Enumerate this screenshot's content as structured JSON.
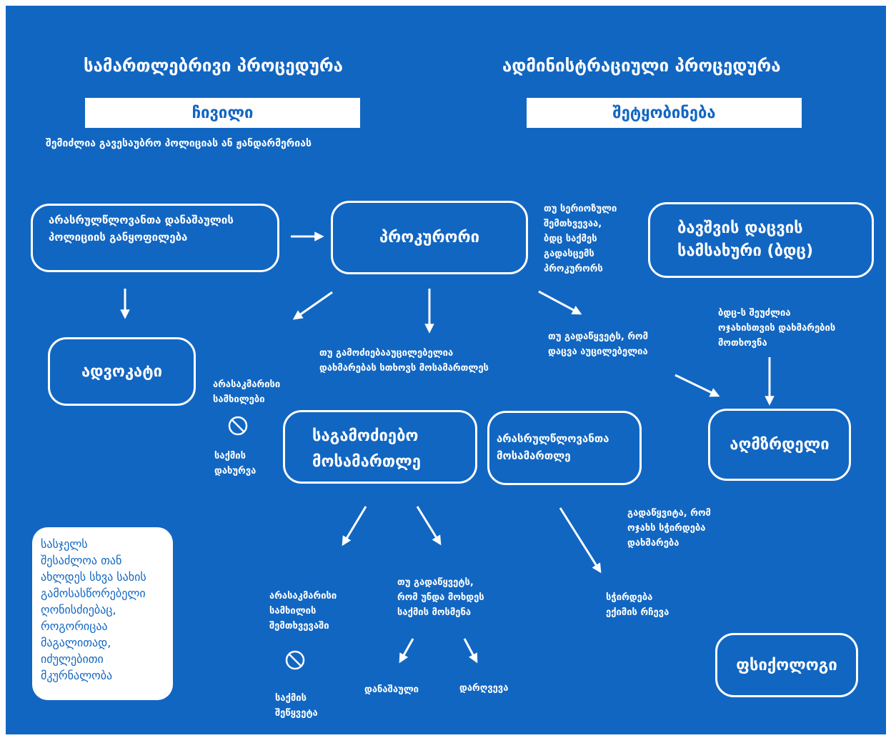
{
  "headers": {
    "legal_procedure": "სამართლებრივი პროცედურა",
    "admin_procedure": "ადმინისტრაციული პროცედურა"
  },
  "boxes": {
    "complaint": "ჩივილი",
    "notification": "შეტყობინება",
    "juvenile_police": "არასრულწლოვანთა\nდანაშაულის პოლიციის\nგანყოფილება",
    "prosecutor": "პროკურორი",
    "child_protection": "ბავშვის დაცვის\nსამსახური (ბდც)",
    "lawyer": "ადვოკატი",
    "investigative_judge": "საგამოძიებო\nმოსამართლე",
    "juvenile_judge": "არასრულწლოვანთა\nმოსამართლე",
    "educator": "აღმზრდელი",
    "psychologist": "ფსიქოლოგი"
  },
  "texts": {
    "complaint_note": "შემიძლია გავესაუბრო პოლიციას ან ჟანდარმერიას",
    "serious_case": "თუ სერიოზული\nშემთხვევაა,\nბდც საქმეს\nგადასცემს\nპროკურორს",
    "bdc_can_ask": "ბდც-ს შეუძლია\nოჯახისთვის დახმარების\nმოთხოვნა",
    "if_protection": "თუ გადაწყვეტს, რომ\nდაცვა აუცილებელია",
    "if_investigation": "თუ გამოძიებააუცილებელია\nდახმარებას სთხოვს მოსამართლეს",
    "insufficient_evidence": "არასაკმარისი\nსამხილები",
    "case_closed": "საქმის\nდახურვა",
    "decides_family_help": "გადაწყვიტა, რომ\nოჯახს სჭირდება\nდახმარება",
    "insufficient_evidence_case": "არასაკმარისი\nსამხილის\nშემთხვევაში",
    "if_hearing": "თუ გადაწყვეტს,\nრომ უნდა მოხდეს\nსაქმის მოსმენა",
    "needs_doctor": "სჭირდება\nექიმის რჩევა",
    "case_termination": "საქმის\nშეწყვეტა",
    "crime": "დანაშაული",
    "offense": "დარღვევა"
  },
  "side_note": "სასჯელს\nშესაძლოა თან\nახლდეს სხვა სახის\nგამოსასწორებელი\nღონისძიებაც,\nროგორიცაა\nმაგალითად,\nიძულებითი\nმკურნალობა",
  "icons": {
    "stop_1": "no-entry-icon",
    "stop_2": "no-entry-icon"
  },
  "colors": {
    "background": "#1166c2",
    "foreground": "#ffffff"
  }
}
